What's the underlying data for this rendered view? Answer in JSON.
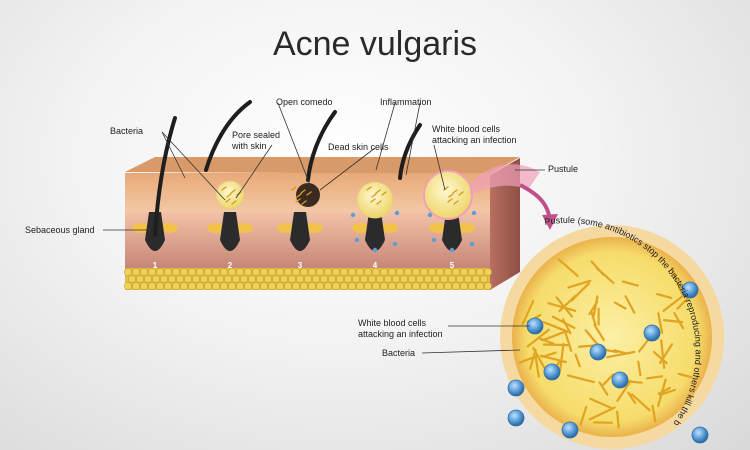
{
  "title": "Acne vulgaris",
  "labels": {
    "bacteria": "Bacteria",
    "open_comedo": "Open comedo",
    "inflammation": "Inflammation",
    "pore_sealed_line1": "Pore sealed",
    "pore_sealed_line2": "with skin",
    "dead_skin_cells": "Dead skin cells",
    "wbc_line1": "White blood cells",
    "wbc_line2": "attacking an infection",
    "pustule": "Pustule",
    "sebaceous_gland": "Sebaceous gland",
    "zoom_wbc_line1": "White blood cells",
    "zoom_wbc_line2": "attacking an infection",
    "zoom_bacteria": "Bacteria",
    "curved_caption": "Pustule (some antibiotics stop the bacteria reproducing and others kill the bacteria)"
  },
  "stages": [
    "1",
    "2",
    "3",
    "4",
    "5"
  ],
  "colors": {
    "skin_top": "#e9b07f",
    "skin_mid": "#f2c7a4",
    "dermis": "#c98a78",
    "fat": "#d8b23a",
    "follicle": "#2b2b2b",
    "pus": "#f7e27a",
    "arrow": "#c0508a",
    "wbc": "#5aa0d8"
  }
}
